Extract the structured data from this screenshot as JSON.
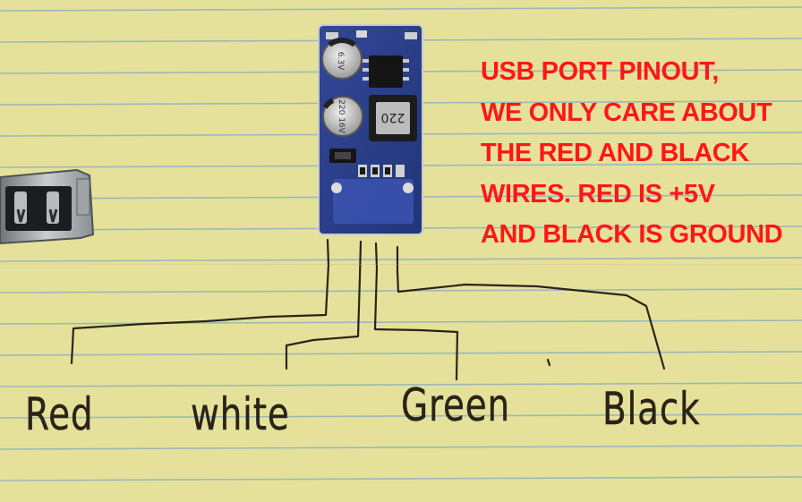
{
  "caption": {
    "lines": [
      "USB PORT PINOUT,",
      "WE ONLY CARE ABOUT",
      "THE RED AND BLACK",
      "WIRES. RED IS +5V",
      "AND BLACK IS GROUND"
    ]
  },
  "wire_labels": {
    "red": "Red",
    "white": "white",
    "green": "Green",
    "black": "Black"
  },
  "board": {
    "capacitor_1_marking": "6.3V",
    "capacitor_2_marking": "220 16V",
    "inductor_marking": "220"
  },
  "colors": {
    "paper": "#e6e19a",
    "ruled_line": "#8fb3bf",
    "margin_line": "#d99b8a",
    "caption_text": "#ff1616",
    "ink": "#2a2418",
    "pcb": "#2a3f8f"
  }
}
